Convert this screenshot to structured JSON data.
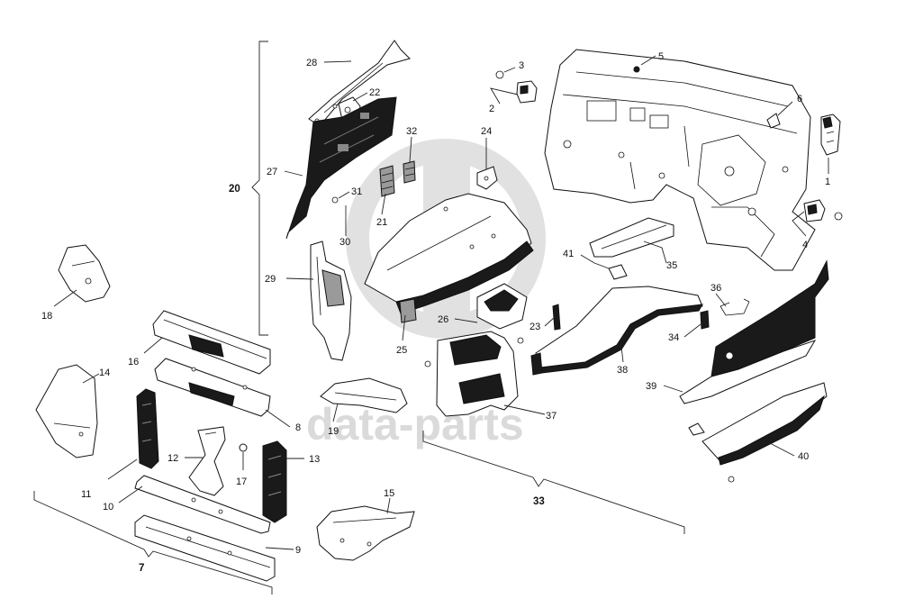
{
  "watermark": {
    "text": "data-parts"
  },
  "callouts": {
    "c1": "1",
    "c2": "2",
    "c3": "3",
    "c4": "4",
    "c5": "5",
    "c6": "6",
    "c7": "7",
    "c8": "8",
    "c9": "9",
    "c10": "10",
    "c11": "11",
    "c12": "12",
    "c13": "13",
    "c14": "14",
    "c15": "15",
    "c16": "16",
    "c17": "17",
    "c18": "18",
    "c19": "19",
    "c20": "20",
    "c21": "21",
    "c22": "22",
    "c23": "23",
    "c24": "24",
    "c25": "25",
    "c26": "26",
    "c27": "27",
    "c28": "28",
    "c29": "29",
    "c30": "30",
    "c31": "31",
    "c32": "32",
    "c33": "33",
    "c34": "34",
    "c35": "35",
    "c36": "36",
    "c37": "37",
    "c38": "38",
    "c39": "39",
    "c40": "40",
    "c41": "41"
  }
}
